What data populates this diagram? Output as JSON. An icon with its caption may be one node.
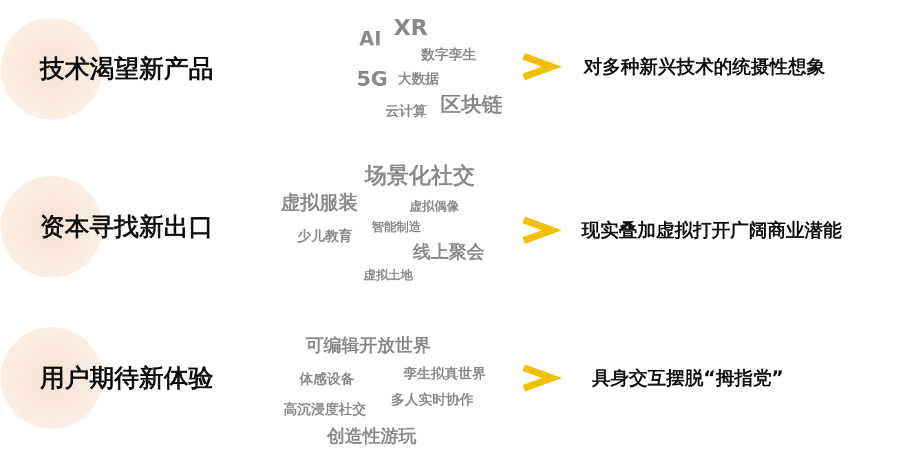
{
  "diagram": {
    "nodes": [
      {
        "text": [
          "技术渴望新产品"
        ]
      },
      {
        "text": [
          "AI",
          "XR",
          "数字孪生",
          "5G",
          "大数据",
          "云计算",
          "区块链"
        ]
      },
      {
        "text": [
          "对多种新兴技术的统摄性想象"
        ]
      },
      {
        "text": [
          "资本寻找新出口"
        ]
      },
      {
        "text": [
          "场景化社交",
          "虚拟服装",
          "虚拟偶像",
          "智能制造",
          "少儿教育",
          "线上聚会",
          "虚拟土地"
        ]
      },
      {
        "text": [
          "现实叠加虚拟打开广阔商业潜能"
        ]
      },
      {
        "text": [
          "用户期待新体验"
        ]
      },
      {
        "text": [
          "可编辑开放世界",
          "体感设备",
          "孪生拟真世界",
          "高沉浸度社交",
          "多人实时协作",
          "创造性游玩"
        ]
      },
      {
        "text": [
          "具身交互摆脱“拇指党”"
        ]
      }
    ],
    "edges": [
      {
        "from": 1,
        "to": 2,
        "arrow": "to"
      },
      {
        "from": 4,
        "to": 5,
        "arrow": "to"
      },
      {
        "from": 7,
        "to": 8,
        "arrow": "to"
      }
    ]
  }
}
